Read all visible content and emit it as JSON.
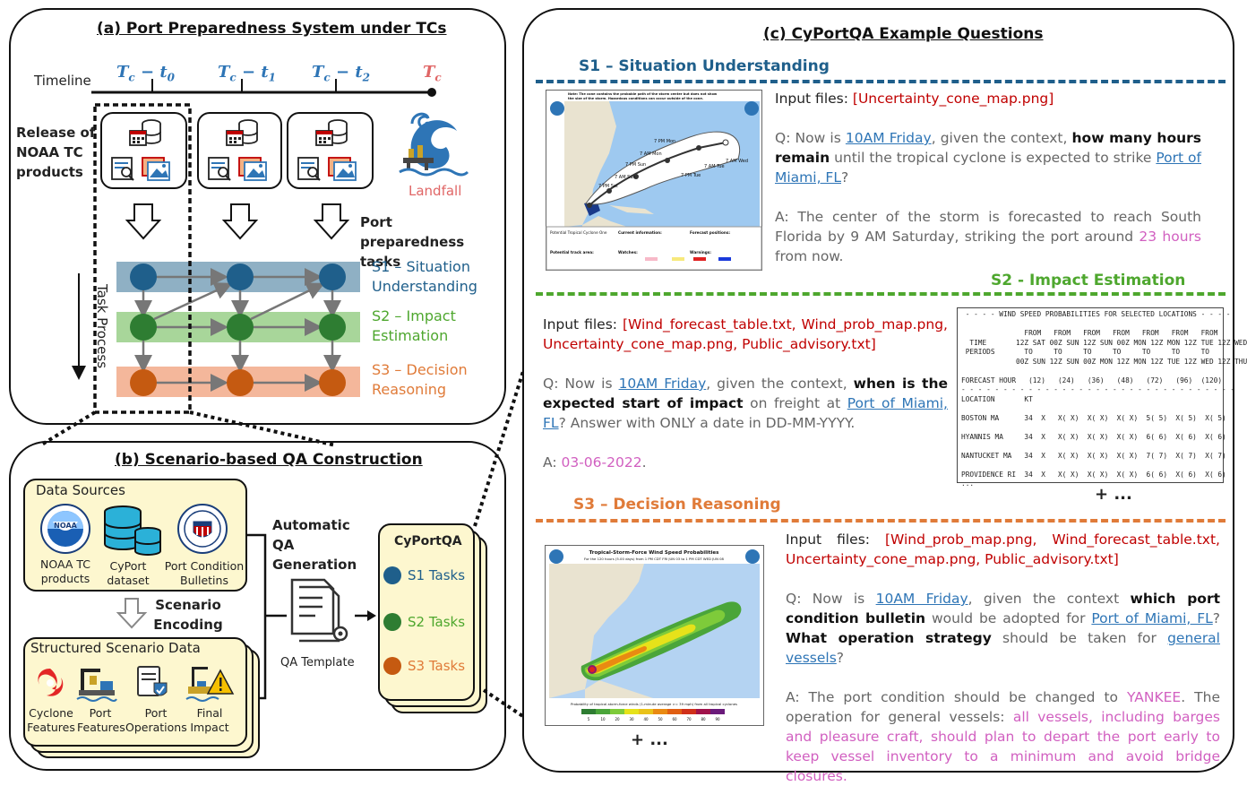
{
  "panel_a": {
    "title": "(a) Port Preparedness System under TCs",
    "timeline_label": "Timeline",
    "t0": "T_c − t_0",
    "t1": "T_c − t_1",
    "t2": "T_c − t_2",
    "tc": "T_c",
    "release_label": "Release of NOAA TC products",
    "landfall": "Landfall",
    "port_tasks": "Port preparedness tasks",
    "task_process": "Task Process",
    "s1": "S1 – Situation Understanding",
    "s2": "S2 – Impact Estimation",
    "s3": "S3 – Decision Reasoning"
  },
  "panel_b": {
    "title": "(b) Scenario-based QA Construction",
    "data_sources": "Data Sources",
    "src1": "NOAA TC products",
    "src2": "CyPort dataset",
    "src3": "Port Condition Bulletins",
    "scenario_encoding": "Scenario Encoding",
    "structured": "Structured Scenario Data",
    "f1": "Cyclone Features",
    "f2": "Port Features",
    "f3": "Port Operations",
    "f4": "Final Impact",
    "auto_gen": "Automatic QA Generation",
    "qa_template": "QA Template",
    "cyportqa": "CyPortQA",
    "t1": "S1 Tasks",
    "t2": "S2 Tasks",
    "t3": "S3 Tasks"
  },
  "panel_c": {
    "title": "(c) CyPortQA Example Questions",
    "s1_head": "S1 – Situation Understanding",
    "s2_head": "S2 - Impact Estimation",
    "s3_head": "S3 – Decision Reasoning",
    "input_label": "Input files:",
    "s1_files": "[Uncertainty_cone_map.png]",
    "s1_q": [
      "Q: Now is ",
      "10AM Friday",
      ", given the context, ",
      "how many hours remain",
      " until the tropical cyclone is expected to strike ",
      "Port of Miami, FL",
      "?"
    ],
    "s1_a": [
      "A: The center of the storm is forecasted to reach South Florida by 9 AM Saturday, striking the port around ",
      "23 hours",
      " from now."
    ],
    "s2_files": "[Wind_forecast_table.txt, Wind_prob_map.png, Uncertainty_cone_map.png, Public_advisory.txt]",
    "s2_q": [
      "Q: Now is ",
      "10AM Friday",
      ", given the context, ",
      "when is the expected start of impact",
      " on freight at ",
      "Port of Miami, FL",
      "? Answer with ONLY a date in DD-MM-YYYY."
    ],
    "s2_a": [
      "A: ",
      "03-06-2022",
      "."
    ],
    "s3_files": "[Wind_prob_map.png, Wind_forecast_table.txt, Uncertainty_cone_map.png, Public_advisory.txt]",
    "s3_q": [
      "Q: Now is ",
      "10AM Friday",
      ", given the context ",
      "which port condition bulletin",
      " would be adopted for ",
      "Port of Miami, FL",
      "? ",
      "What operation strategy",
      " should be taken for ",
      "general vessels",
      "?"
    ],
    "s3_a": [
      "A: The port condition should be changed to ",
      "YANKEE",
      ". The operation for general vessels: ",
      "all vessels, including barges and pleasure craft, should plan to depart the port early to keep vessel inventory to a minimum and avoid bridge closures."
    ],
    "plus_more": "+ ...",
    "table_text": " - - - - WIND SPEED PROBABILITIES FOR SELECTED LOCATIONS - - - -\n\n               FROM   FROM   FROM   FROM   FROM   FROM   FROM\n  TIME       12Z SAT 00Z SUN 12Z SUN 00Z MON 12Z MON 12Z TUE 12Z WED\n PERIODS       TO     TO     TO     TO     TO     TO     TO\n             00Z SUN 12Z SUN 00Z MON 12Z MON 12Z TUE 12Z WED 12Z THU\n\nFORECAST HOUR   (12)   (24)   (36)   (48)   (72)   (96)  (120)\n- - - - - - - - - - - - - - - - - - - - - - - - - - - - - - - - -\nLOCATION       KT\n\nBOSTON MA      34  X   X( X)  X( X)  X( X)  5( 5)  X( 5)  X( 5)\n\nHYANNIS MA     34  X   X( X)  X( X)  X( X)  6( 6)  X( 6)  X( 6)\n\nNANTUCKET MA   34  X   X( X)  X( X)  X( X)  7( 7)  X( 7)  X( 7)\n\nPROVIDENCE RI  34  X   X( X)  X( X)  X( X)  6( 6)  X( 6)  X( 6)\n...",
    "map1_note": "Note: The cone contains the probable path of the storm center but does not show the size of the storm. Hazardous conditions can occur outside of the cone.",
    "map1_labels": [
      "7 PM Mon",
      "7 AM Mon",
      "7 PM Sun",
      "7 AM Sun",
      "7 PM Sat",
      "7 AM Tue",
      "7 AM Wed",
      "7 PM Tue"
    ],
    "map1_legend": [
      "Potential Tropical Cyclone One",
      "Current information:",
      "Forecast positions:",
      "Potential track area:",
      "Watches:",
      "Warnings:"
    ],
    "map2_title": "Tropical-Storm-Force Wind Speed Probabilities",
    "map2_sub": "For the 120 hours (5.00 days) from 1 PM CDT FRI JUN 03 to 1 PM CDT WED JUN 08",
    "map2_foot": "Probability of tropical-storm-force winds (1-minute average >= 39 mph) from all tropical cyclones",
    "map2_scale": [
      "5",
      "10",
      "20",
      "30",
      "40",
      "50",
      "60",
      "70",
      "80",
      "90"
    ]
  }
}
